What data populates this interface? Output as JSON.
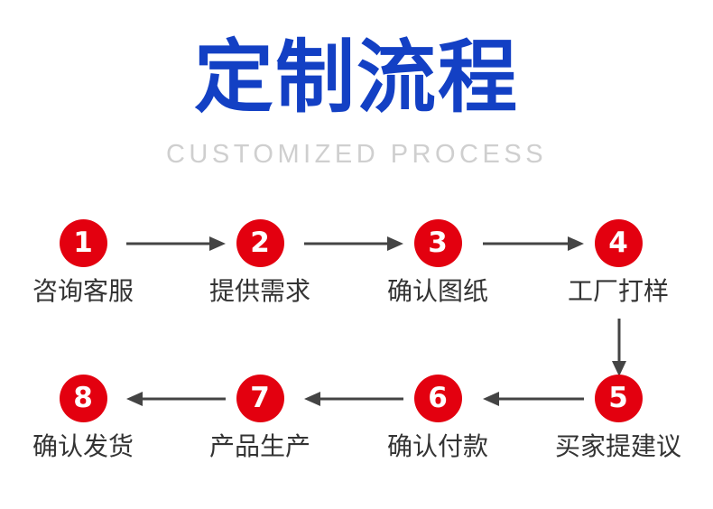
{
  "header": {
    "title": "定制流程",
    "subtitle": "CUSTOMIZED PROCESS",
    "title_color": "#1340c4",
    "subtitle_color": "#cfcfcf"
  },
  "theme": {
    "background": "#ffffff",
    "circle_color": "#e3000f",
    "circle_text_color": "#ffffff",
    "label_color": "#333333",
    "arrow_color": "#444444"
  },
  "flow": {
    "row_top": [
      {
        "number": "1",
        "label": "咨询客服"
      },
      {
        "number": "2",
        "label": "提供需求"
      },
      {
        "number": "3",
        "label": "确认图纸"
      },
      {
        "number": "4",
        "label": "工厂打样"
      }
    ],
    "row_bottom": [
      {
        "number": "8",
        "label": "确认发货"
      },
      {
        "number": "7",
        "label": "产品生产"
      },
      {
        "number": "6",
        "label": "确认付款"
      },
      {
        "number": "5",
        "label": "买家提建议"
      }
    ]
  }
}
